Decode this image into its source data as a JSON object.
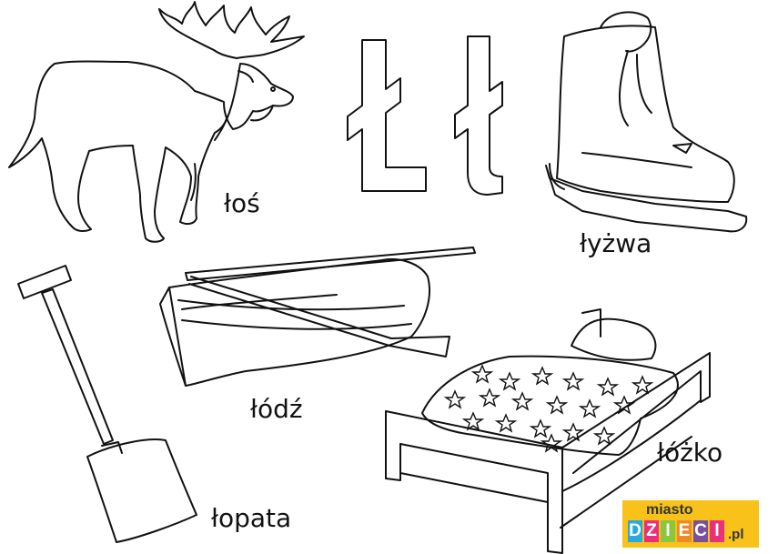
{
  "letters": {
    "upper": "Ł",
    "lower": "ł"
  },
  "words": {
    "moose": "łoś",
    "skate": "łyżwa",
    "boat": "łódź",
    "bed": "łóżko",
    "shovel": "łopata"
  },
  "logo": {
    "top": "miasto",
    "tiles": [
      "D",
      "Z",
      "I",
      "E",
      "C",
      "I"
    ],
    "domain": ".pl",
    "colors": {
      "background": "#f8c21a",
      "tiles": [
        "#2aa8e0",
        "#e8317a",
        "#8cc63f",
        "#f08a24",
        "#7a4fa0",
        "#e8317a"
      ]
    }
  }
}
